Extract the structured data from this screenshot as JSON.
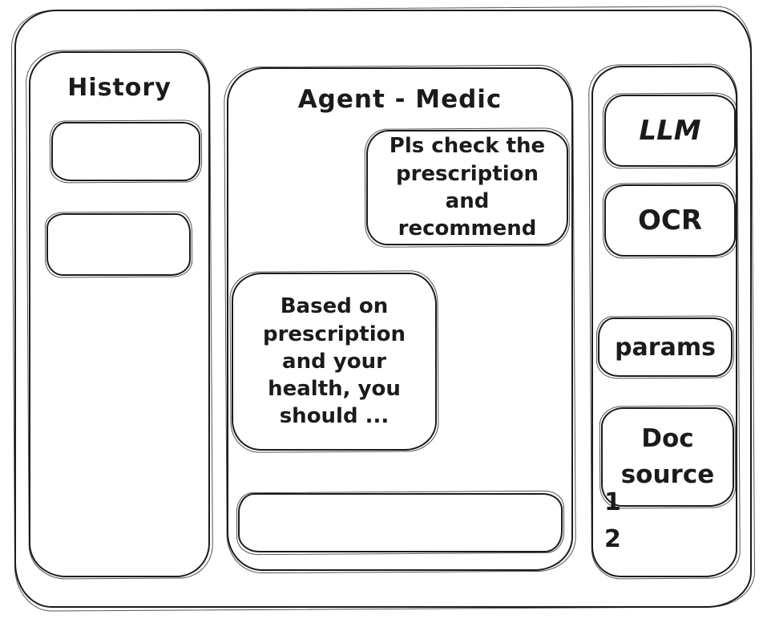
{
  "window": {
    "stroke_color": "#1c1c1c",
    "bg_color": "#ffffff"
  },
  "history_panel": {
    "title": "History",
    "entries": [
      "",
      ""
    ]
  },
  "chat_panel": {
    "title": "Agent - Medic",
    "messages": [
      {
        "role": "user",
        "text": "Pls check the\nprescription\nand recommend"
      },
      {
        "role": "assistant",
        "text": "Based on\nprescription\nand your\nhealth, you\nshould ..."
      }
    ],
    "input": {
      "value": "",
      "placeholder": ""
    }
  },
  "tools_panel": {
    "buttons": [
      {
        "id": "llm",
        "label": "LLM"
      },
      {
        "id": "ocr",
        "label": "OCR"
      },
      {
        "id": "params",
        "label": "params"
      },
      {
        "id": "doc-source",
        "label": "Doc\nsource"
      }
    ],
    "doc_sources": [
      "1",
      "2"
    ]
  }
}
